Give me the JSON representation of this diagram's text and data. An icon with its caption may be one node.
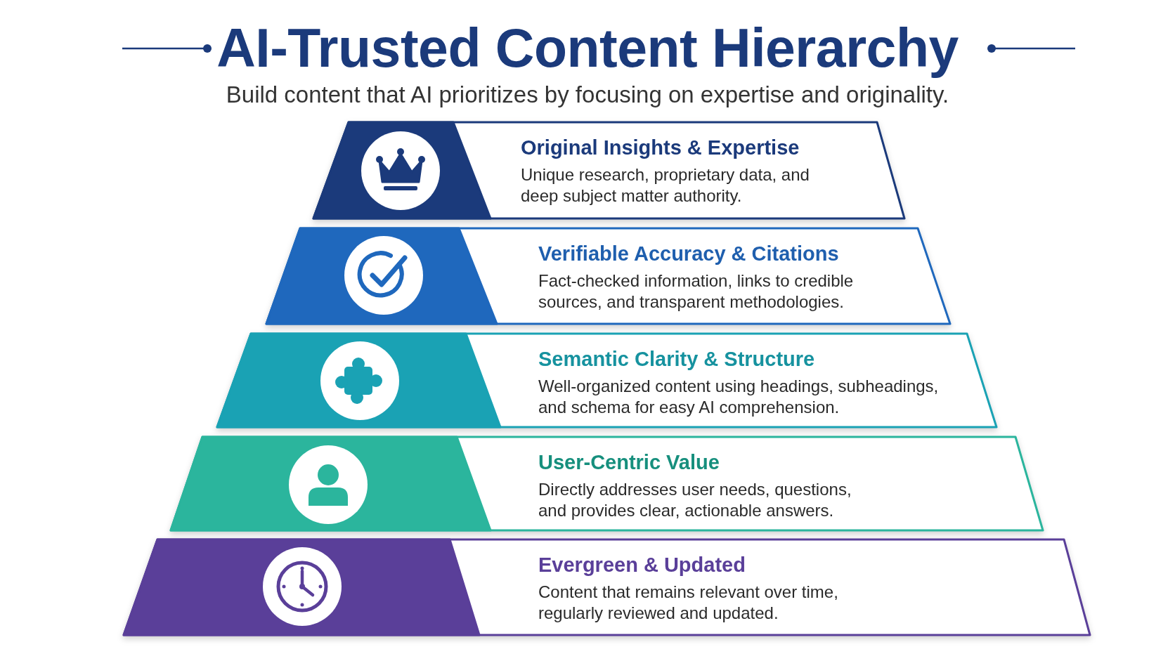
{
  "diagram": {
    "title": "AI-Trusted Content Hierarchy",
    "nodes": [
      {
        "text": [
          "Original Insights & Expertise",
          "Unique research, proprietary data, and deep subject matter authority."
        ]
      },
      {
        "text": [
          "Verifiable Accuracy & Citations",
          "Fact-checked information, links to credible sources, and transparent methodologies."
        ]
      },
      {
        "text": [
          "Semantic Clarity & Structure",
          "Well-organized content using headings, subheadings, and schema for easy AI comprehension."
        ]
      },
      {
        "text": [
          "User-Centric Value",
          "Directly addresses user needs, questions, and provides clear, actionable answers."
        ]
      },
      {
        "text": [
          "Evergreen & Updated",
          "Content that remains relevant over time, regularly reviewed and updated."
        ]
      }
    ],
    "labels": [
      "Build content that AI prioritizes by focusing on expertise and originality."
    ]
  }
}
